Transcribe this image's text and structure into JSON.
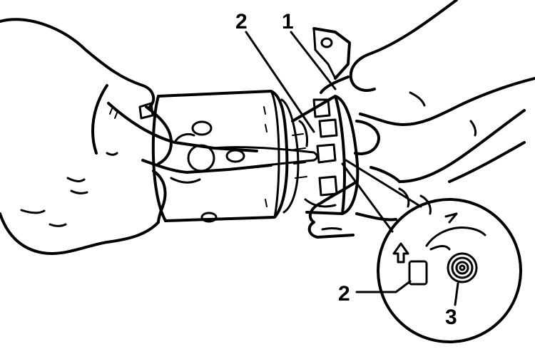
{
  "callouts": [
    {
      "id": "1",
      "text": "1"
    },
    {
      "id": "2a",
      "text": "2"
    },
    {
      "id": "2b",
      "text": "2"
    },
    {
      "id": "3",
      "text": "3"
    }
  ],
  "colors": {
    "ink": "#000000",
    "paper": "#ffffff"
  }
}
